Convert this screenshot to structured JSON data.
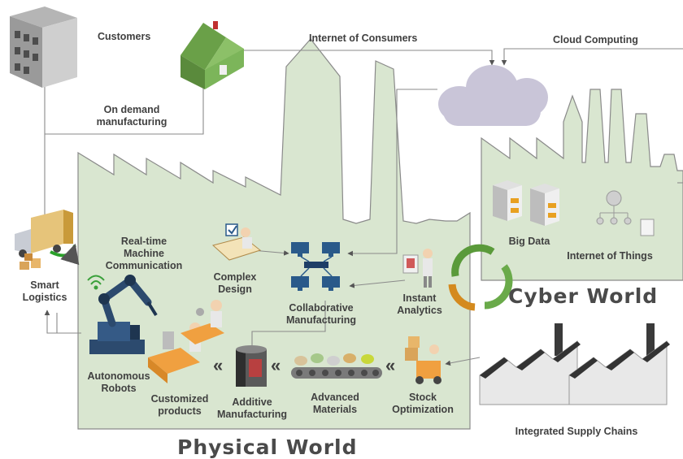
{
  "labels": {
    "customers": "Customers",
    "internet_of_consumers": "Internet of Consumers",
    "cloud_computing": "Cloud Computing",
    "on_demand": "On demand\nmanufacturing",
    "smart_logistics": "Smart\nLogistics",
    "realtime_machine": "Real-time\nMachine\nCommunication",
    "complex_design": "Complex\nDesign",
    "collaborative_manufacturing": "Collaborative\nManufacturing",
    "instant_analytics": "Instant\nAnalytics",
    "big_data": "Big Data",
    "internet_of_things": "Internet of Things",
    "cyber_world": "Cyber World",
    "autonomous_robots": "Autonomous\nRobots",
    "customized_products": "Customized\nproducts",
    "additive_manufacturing": "Additive\nManufacturing",
    "advanced_materials": "Advanced\nMaterials",
    "stock_optimization": "Stock\nOptimization",
    "integrated_supply_chains": "Integrated Supply Chains",
    "physical_world": "Physical World"
  },
  "colors": {
    "factory_fill": "#d9e6d0",
    "factory_stroke": "#8a8a8a",
    "cloud": "#c9c5d8",
    "arrow_green": "#5a9a3a",
    "arrow_orange": "#d48a1e",
    "robot_blue": "#2c4a6e",
    "monitor_blue": "#2a5a8a"
  },
  "icons": {
    "chevron": "«"
  }
}
